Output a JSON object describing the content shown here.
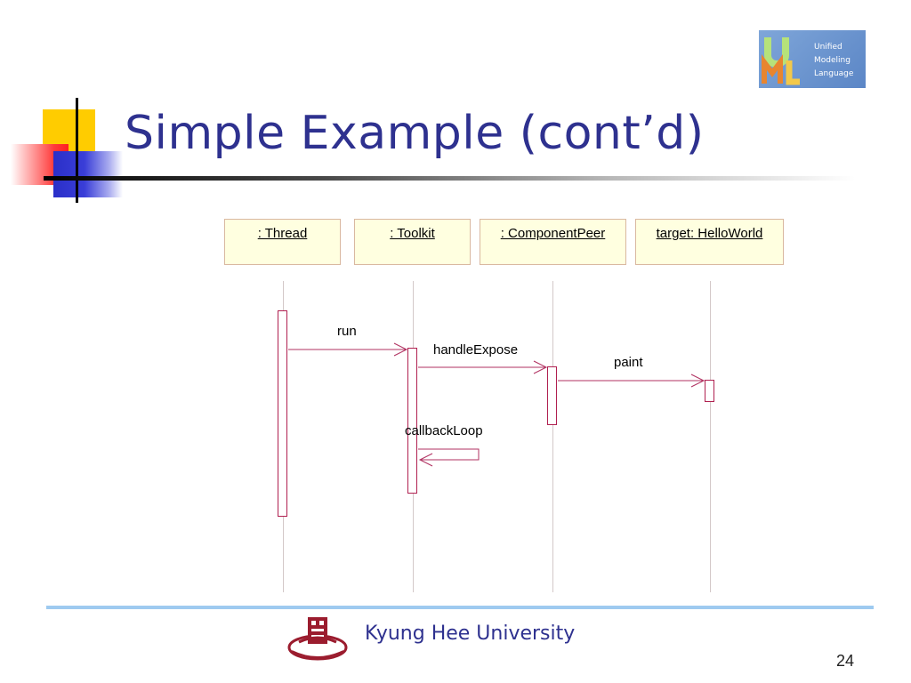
{
  "slide": {
    "title": "Simple Example (cont’d)",
    "logo_lines": [
      "Unified",
      "Modeling",
      "Language"
    ],
    "footer_text": "Kyung Hee University",
    "page_number": "24"
  },
  "diagram": {
    "objects": [
      ": Thread",
      ": Toolkit",
      ": ComponentPeer",
      "target: HelloWorld"
    ],
    "messages": {
      "run": "run",
      "handleExpose": "handleExpose",
      "paint": "paint",
      "callbackLoop": "callbackLoop"
    }
  },
  "colors": {
    "title": "#2e318f",
    "object_fill": "#ffffe0",
    "activation_stroke": "#b02050",
    "message_line": "#b03060"
  }
}
